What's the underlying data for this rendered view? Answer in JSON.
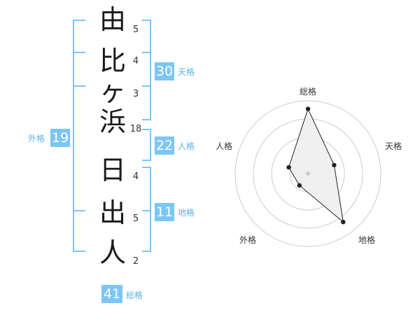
{
  "name_chars": [
    {
      "char": "由",
      "strokes": "5"
    },
    {
      "char": "比",
      "strokes": "4"
    },
    {
      "char": "ヶ",
      "strokes": "3"
    },
    {
      "char": "浜",
      "strokes": "18"
    },
    {
      "char": "日",
      "strokes": "4"
    },
    {
      "char": "出",
      "strokes": "5"
    },
    {
      "char": "人",
      "strokes": "2"
    }
  ],
  "kakaku": {
    "tenkaku": {
      "value": "30",
      "label": "天格"
    },
    "jinkaku": {
      "value": "22",
      "label": "人格"
    },
    "chikaku": {
      "value": "11",
      "label": "地格"
    },
    "gaikaku": {
      "value": "19",
      "label": "外格"
    },
    "soukaku": {
      "value": "41",
      "label": "総格"
    }
  },
  "radar": {
    "axes": [
      "総格",
      "天格",
      "地格",
      "外格",
      "人格"
    ],
    "levels": 4,
    "values": [
      4,
      1.7,
      3.7,
      0.9,
      1.25
    ],
    "max": 4.5,
    "fill_color": "#eeeeee",
    "line_color": "#222222"
  },
  "colors": {
    "accent": "#7cc6f5"
  }
}
